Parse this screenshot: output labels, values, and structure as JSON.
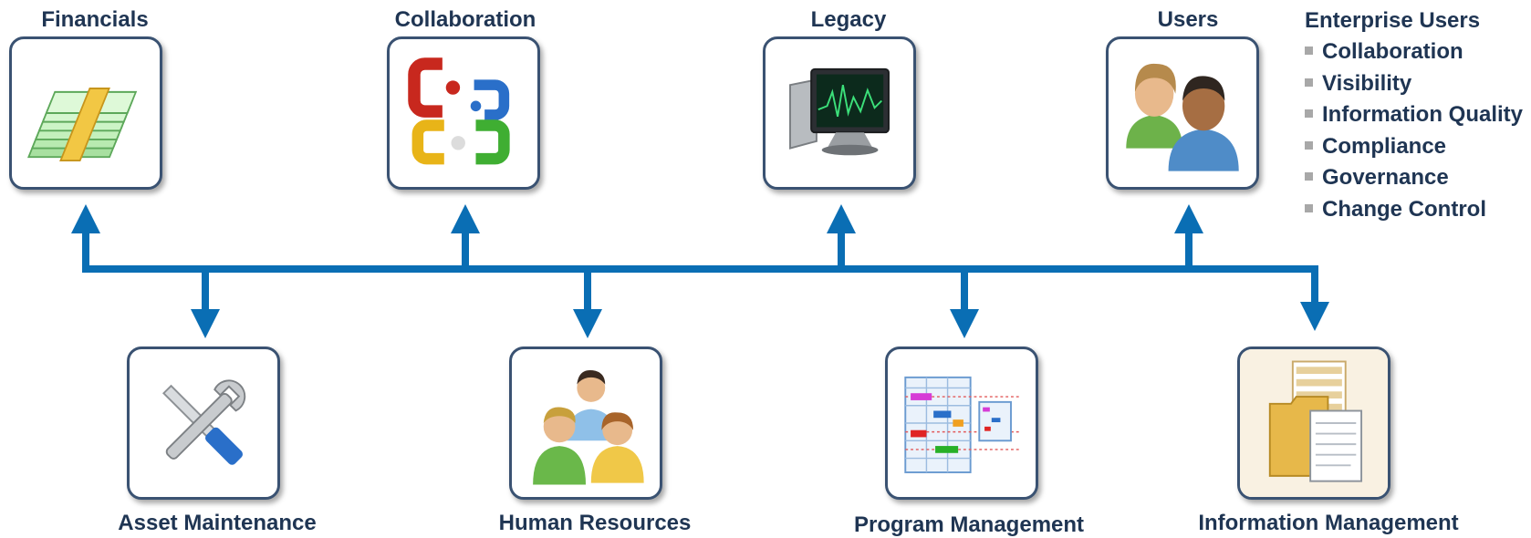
{
  "colors": {
    "connector": "#0a6eb4",
    "tile_border": "#3a5272",
    "label_text": "#1f3553"
  },
  "top_nodes": [
    {
      "label": "Financials",
      "icon": "money-stack-icon"
    },
    {
      "label": "Collaboration",
      "icon": "office-suite-icon"
    },
    {
      "label": "Legacy",
      "icon": "computer-monitor-icon"
    },
    {
      "label": "Users",
      "icon": "users-icon"
    }
  ],
  "bottom_nodes": [
    {
      "label": "Asset Maintenance",
      "icon": "tools-icon"
    },
    {
      "label": "Human Resources",
      "icon": "people-group-icon"
    },
    {
      "label": "Program Management",
      "icon": "gantt-chart-icon"
    },
    {
      "label": "Information Management",
      "icon": "documents-folder-icon"
    }
  ],
  "enterprise_users": {
    "title": "Enterprise Users",
    "items": [
      "Collaboration",
      "Visibility",
      "Information Quality",
      "Compliance",
      "Governance",
      "Change Control"
    ]
  }
}
